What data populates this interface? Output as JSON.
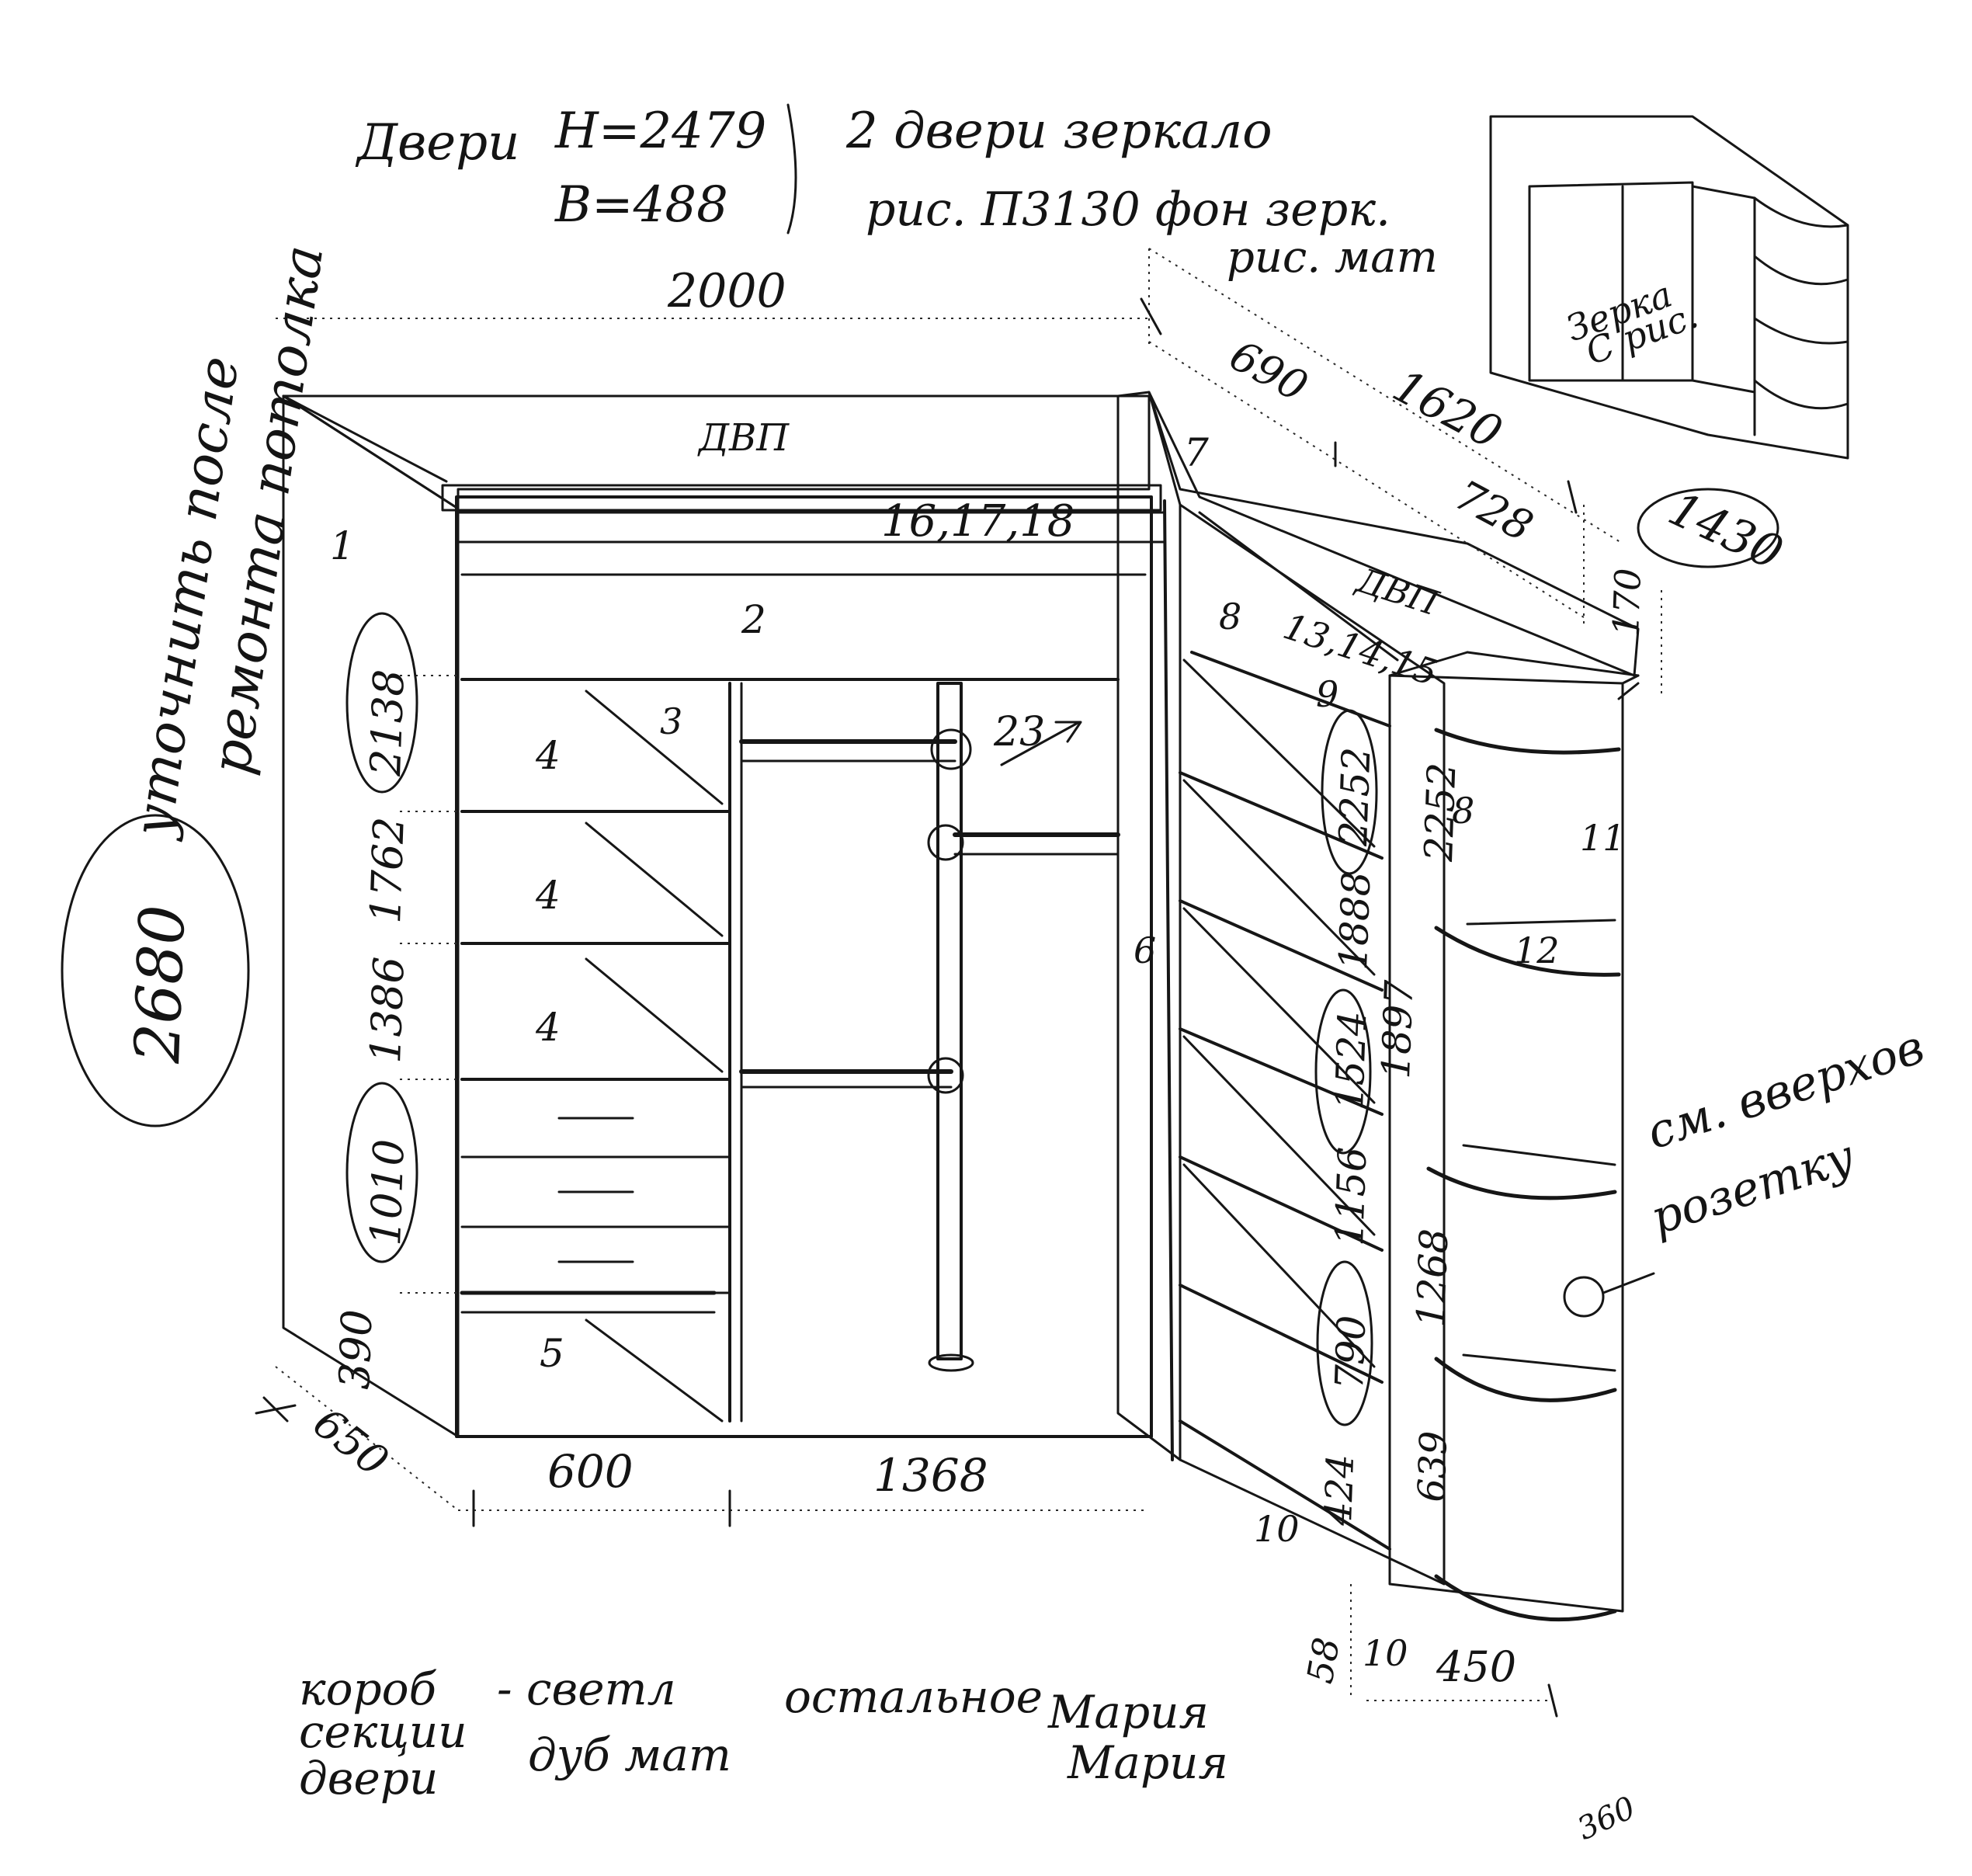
{
  "header": {
    "doors_label": "Двери",
    "height_spec": "H=2479",
    "width_spec": "B=488",
    "note_line1": "2 двери зеркало",
    "note_line2": "рис. П3130 фон зерк.",
    "note_line3": "рис. мат"
  },
  "side_note": {
    "line1": "уточнить после",
    "line2": "ремонта потолка"
  },
  "inset": {
    "label_line1": "Зерка",
    "label_line2": "С рис."
  },
  "main_cabinet": {
    "width_total": "2000",
    "top_label": "ДВП",
    "part_1": "1",
    "part_2": "2",
    "part_3": "3",
    "part_4a": "4",
    "part_4b": "4",
    "part_4c": "4",
    "part_5": "5",
    "part_6": "6",
    "top_rail_label": "16,17,18",
    "rail_arrow_label": "23",
    "height_circled": "2680",
    "dim_2138": "2138",
    "dim_1762": "1762",
    "dim_1386": "1386",
    "dim_1010": "1010",
    "dim_390": "390",
    "depth": "650",
    "width_left": "600",
    "width_right": "1368"
  },
  "corner_cabinet": {
    "part_7": "7",
    "part_8a": "8",
    "part_8b": "8",
    "part_9": "9",
    "part_10": "10",
    "part_11": "11",
    "part_12": "12",
    "parts_13_15": "13,14,15",
    "top_label": "ДВП",
    "dim_1620": "1620",
    "dim_690": "690",
    "dim_728": "728",
    "dim_170": "170",
    "circled_1430": "1430",
    "dim_2252": "2252",
    "dim_2252b": "2252",
    "dim_1888": "1888",
    "dim_1897": "1897",
    "dim_1524": "1524",
    "dim_1156": "1156",
    "dim_1268": "1268",
    "dim_790": "790",
    "dim_424": "424",
    "dim_639": "639",
    "dim_58": "58",
    "dim_10": "10",
    "dim_450": "450",
    "side_note_line1": "см. вверхов",
    "side_note_line2": "розетку"
  },
  "footer": {
    "col1_line1": "короб",
    "col1_line2": "секции",
    "col1_line3": "двери",
    "col2_line1": "- светл",
    "col2_line2": "дуб мат",
    "col3": "остальное",
    "col4_line1": "Мария",
    "col4_line2": "Мария",
    "page_number": "360"
  }
}
